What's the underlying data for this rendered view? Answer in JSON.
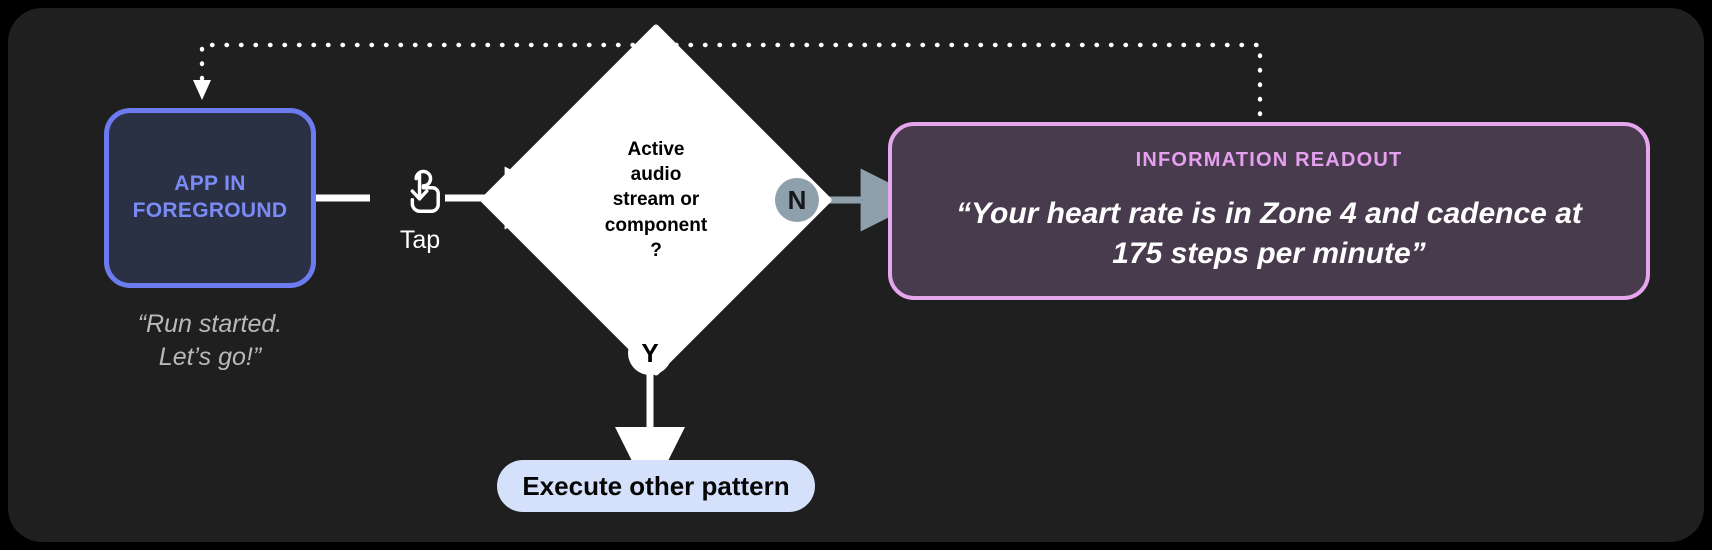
{
  "canvas": {
    "background": "#1f1f1f",
    "page_background": "#000000"
  },
  "nodes": {
    "app_box": {
      "label": "APP IN\nFOREGROUND",
      "text_color": "#7b8bf5",
      "border_color": "#6c7cf0",
      "fill_color": "#2b3145"
    },
    "app_caption": {
      "text": "“Run started.\nLet’s go!”",
      "color": "#b9b9b9"
    },
    "gesture": {
      "icon": "tap-gesture-icon",
      "label": "Tap"
    },
    "decision": {
      "text": "Active\naudio\nstream or\ncomponent\n?",
      "fill_color": "#ffffff",
      "text_color": "#000000"
    },
    "branch_no": {
      "label": "N",
      "badge_color": "#8fa0ad",
      "arrow_color": "#8fa0ad"
    },
    "branch_yes": {
      "label": "Y",
      "badge_color": "#ffffff",
      "arrow_color": "#ffffff"
    },
    "readout": {
      "title": "INFORMATION READOUT",
      "quote": "“Your heart rate is in Zone 4 and cadence at\n175 steps per minute”",
      "title_color": "#e6a0f0",
      "border_color": "#e6a6ee",
      "fill_color": "#473b4d",
      "quote_color": "#ffffff"
    },
    "execute_pill": {
      "label": "Execute other pattern",
      "fill_color": "#d5e1fb",
      "text_color": "#060606"
    }
  },
  "connectors": {
    "feedback_loop": {
      "style": "dotted",
      "color": "#ffffff",
      "from": "readout",
      "to": "app_box"
    },
    "app_to_decision": {
      "style": "solid",
      "color": "#ffffff"
    },
    "decision_to_readout": {
      "style": "solid",
      "color": "#8fa0ad"
    },
    "decision_to_execute": {
      "style": "solid",
      "color": "#ffffff"
    }
  }
}
